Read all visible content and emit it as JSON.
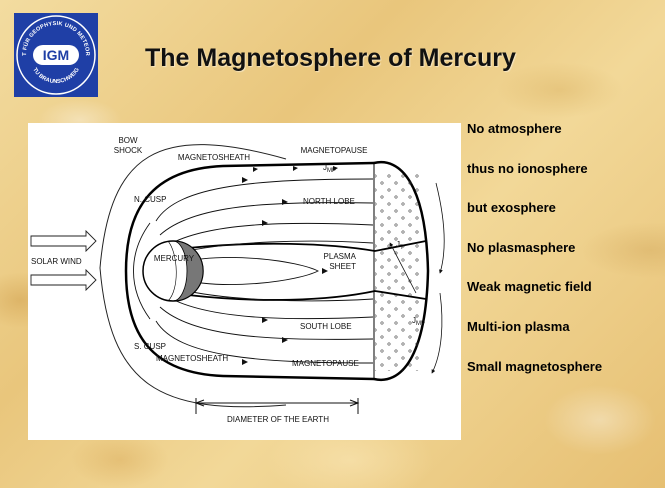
{
  "logo": {
    "abbrev": "IGM",
    "ring_text_top": "INSTITUT FÜR GEOPHYSIK UND METEOROLOGIE",
    "ring_text_bottom": "TU BRAUNSCHWEIG"
  },
  "title": "The Magnetosphere of Mercury",
  "diagram": {
    "labels": {
      "bow_shock_line1": "BOW",
      "bow_shock_line2": "SHOCK",
      "magnetosheath_top": "MAGNETOSHEATH",
      "magnetopause_top": "MAGNETOPAUSE",
      "current_mp_top": "J",
      "current_mp_top_sub": "MP",
      "n_cusp": "N. CUSP",
      "north_lobe": "NORTH LOBE",
      "solar_wind": "SOLAR WIND",
      "mercury": "MERCURY",
      "plasma_line1": "PLASMA",
      "plasma_line2": "SHEET",
      "current_t": "J",
      "current_t_sub": "T",
      "s_cusp": "S. CUSP",
      "south_lobe": "SOUTH LOBE",
      "current_mp_bottom": "J",
      "current_mp_bottom_sub": "MP",
      "magnetosheath_bottom": "MAGNETOSHEATH",
      "magnetopause_bottom": "MAGNETOPAUSE",
      "earth_diameter": "DIAMETER OF THE EARTH"
    }
  },
  "bullets": [
    "No atmosphere",
    "thus no ionosphere",
    "but exosphere",
    "No plasmasphere",
    "Weak magnetic field",
    "Multi-ion plasma",
    "Small magnetosphere"
  ],
  "colors": {
    "logo_blue": "#1f3fa6",
    "title": "#111111",
    "background": "#ecca84"
  }
}
